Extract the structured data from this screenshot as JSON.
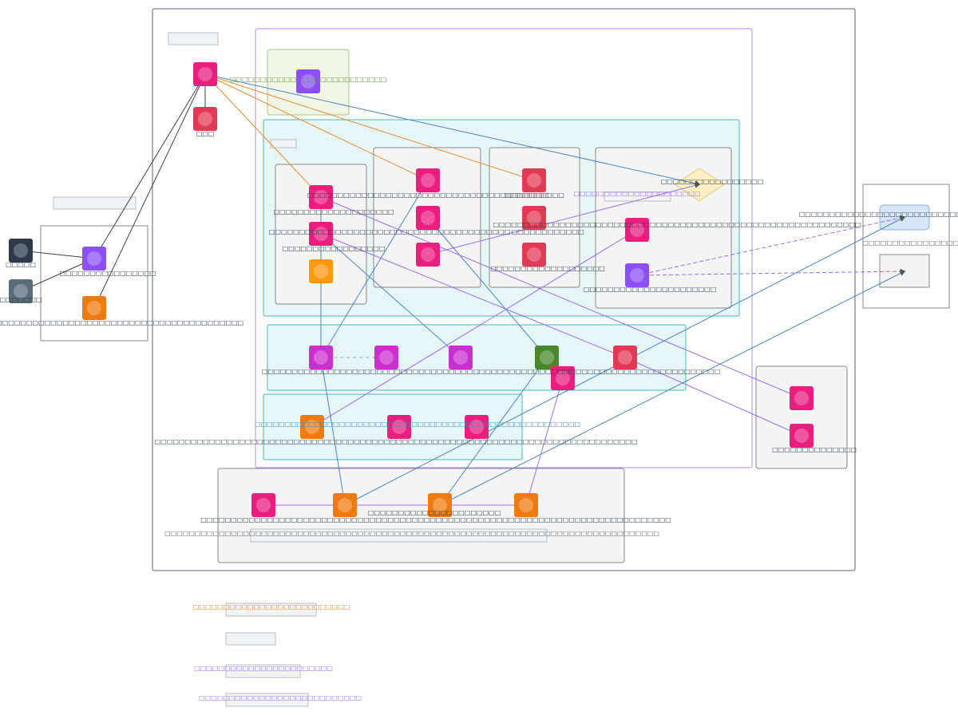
{
  "diagram": {
    "title_placeholder": "",
    "groups": [
      {
        "id": "main-frame",
        "label": ""
      },
      {
        "id": "purple-region",
        "label": ""
      },
      {
        "id": "green-group",
        "label": "□□□□□□□□□□□□□□□□□□□□□□□□□□"
      },
      {
        "id": "teal-upper",
        "label": ""
      },
      {
        "id": "subgroup-a",
        "label": ""
      },
      {
        "id": "subgroup-b",
        "label": ""
      },
      {
        "id": "subgroup-c",
        "label": ""
      },
      {
        "id": "subgroup-d",
        "label": ""
      },
      {
        "id": "teal-middle",
        "label": ""
      },
      {
        "id": "teal-lower",
        "label": ""
      },
      {
        "id": "gray-bottom",
        "label": "□□□□□□□□□□□□□□□□□□□□□□□□□□□□□□□□□□□□□□□□□□□□□□□□□□□□□□□□□□□□□□□□□□□□□□□□□□□□□□□□□□"
      },
      {
        "id": "left-group",
        "label": ""
      },
      {
        "id": "right-small",
        "label": ""
      },
      {
        "id": "far-right",
        "label": "□□□□□□□□□□□□□□□□□□□"
      }
    ],
    "nodes": [
      {
        "id": "n-top-pink",
        "label": "",
        "color": "#e91e7f"
      },
      {
        "id": "n-top-red",
        "label": "□□□",
        "color": "#e03a55"
      },
      {
        "id": "n-green-purple",
        "label": "",
        "color": "#8b50f5"
      },
      {
        "id": "n-a1",
        "label": "□□□□□□□□□□□□□□□□□□□□",
        "color": "#e91e7f"
      },
      {
        "id": "n-a2",
        "label": "□□□□□□□□□□□□□□□□□",
        "color": "#e91e7f"
      },
      {
        "id": "n-a2-side",
        "label": "□□□□□□□□□□□□□□□□□□□□□□□□□□□□□□□□□□□□□□□□",
        "color": ""
      },
      {
        "id": "n-a3",
        "label": "",
        "color": "#fb9a10"
      },
      {
        "id": "n-b1",
        "label": "□□□□□□□□□□□□□□□□□□□□□□□□□□□□□□□□□□□□□□□□",
        "color": "#e91e7f"
      },
      {
        "id": "n-b2",
        "label": "",
        "color": "#e91e7f"
      },
      {
        "id": "n-b3",
        "label": "",
        "color": "#e91e7f"
      },
      {
        "id": "n-c1",
        "label": "□□□□□□□□□□",
        "color": "#e03a55"
      },
      {
        "id": "n-c2",
        "label": "□□□□□□□□□□□□",
        "color": "#e03a55"
      },
      {
        "id": "n-c3",
        "label": "□□□□□□□□□□□□□□□□□□□",
        "color": "#e03a55"
      },
      {
        "id": "n-d-diamond",
        "label": "□□□□□□□□□□□□□□□□□",
        "color": "#fdefc4"
      },
      {
        "id": "n-d-tag",
        "label": "□□□□□□□□□□□□□□□□□□□□□",
        "color": ""
      },
      {
        "id": "n-d1",
        "label": "□□□□□□□□□□□□□□□□□□□□□□□□□□□□□□□□□□□□□□□□□□□□□□□□□□□□□□□□□□□□□",
        "color": "#e91e7f"
      },
      {
        "id": "n-d2",
        "label": "□□□□□□□□□□□□□□□□□□□□□□",
        "color": "#8b50f5"
      },
      {
        "id": "n-m1",
        "label": "",
        "color": "#cc2fd0"
      },
      {
        "id": "n-m2",
        "label": "",
        "color": "#cc2fd0"
      },
      {
        "id": "n-m3",
        "label": "",
        "color": "#cc2fd0"
      },
      {
        "id": "n-m4",
        "label": "",
        "color": "#47882b"
      },
      {
        "id": "n-m5",
        "label": "",
        "color": "#e03a55"
      },
      {
        "id": "n-m6",
        "label": "",
        "color": "#e91e7f"
      },
      {
        "id": "m-row-label",
        "label": "□□□□□□□□□□□□□□□□□□□□□□□□□□□□□□□□□□□□□□□□□□□□□□□□□□□□□□□□□□□□□□□□□□□□□□□□□□□□",
        "color": ""
      },
      {
        "id": "n-l1",
        "label": "",
        "color": "#ef7b10"
      },
      {
        "id": "n-l2",
        "label": "",
        "color": "#e91e7f"
      },
      {
        "id": "n-l3",
        "label": "",
        "color": "#e91e7f"
      },
      {
        "id": "l-edge-label",
        "label": "□□□□□□□□□□□□□□□□□□□□□□□□□□□□□□□□□□□□□□□□□□□□□□□□□□□□□□",
        "color": ""
      },
      {
        "id": "l-row-label",
        "label": "□□□□□□□□□□□□□□□□□□□□□□□□□□□□□□□□□□□□□□□□□□□□□□□□□□□□□□□□□□□□□□□□□□□□□□□□□□□□□□□□",
        "color": ""
      },
      {
        "id": "n-g1",
        "label": "",
        "color": "#e91e7f"
      },
      {
        "id": "n-g2",
        "label": "",
        "color": "#ef7b10"
      },
      {
        "id": "n-g3",
        "label": "□□□□□□□□□□□□□□□□□□□□□□",
        "color": "#ef7b10"
      },
      {
        "id": "n-g4",
        "label": "",
        "color": "#ef7b10"
      },
      {
        "id": "g-row-label",
        "label": "□□□□□□□□□□□□□□□□□□□□□□□□□□□□□□□□□□□□□□□□□□□□□□□□□□□□□□□□□□□□□□□□□□□□□□□□□□□□□□",
        "color": ""
      },
      {
        "id": "n-left-dark",
        "label": "□□□□□",
        "color": "#2d3a4a"
      },
      {
        "id": "n-left-slate",
        "label": "□□□□□□□",
        "color": "#5a6b7a"
      },
      {
        "id": "n-left-purple",
        "label": "□□□□□□□□□□□□□□□□",
        "color": "#8b50f5"
      },
      {
        "id": "n-left-orange",
        "label": "□□□□□□□□□□□□□□□□□□□□□□□□□□□□□□□□□□□□□□□□□□□□□",
        "color": "#ef7b10"
      },
      {
        "id": "n-r1",
        "label": "",
        "color": "#e91e7f"
      },
      {
        "id": "n-r2",
        "label": "□□□□□□□□□□□□□□",
        "color": "#e91e7f"
      },
      {
        "id": "n-far-blue",
        "label": "□□□□□□□□□□□□□□□□□□□□□□□□□□□□□□□□□□□",
        "color": "#d6e6f8"
      },
      {
        "id": "n-far-gray",
        "label": "",
        "color": "#f3f3f3"
      }
    ],
    "legend": [
      {
        "label": "□□□□□□□□□□□□□□□□□□□□□□□□□□",
        "color": "#e8892b"
      },
      {
        "label": "",
        "color": "#999"
      },
      {
        "label": "□□□□□□□□□□□□□□□□□□□□□□□",
        "color": "#9b6bf0"
      },
      {
        "label": "□□□□□□□□□□□□□□□□□□□□□□□□□□□",
        "color": "#9b6bf0"
      }
    ],
    "colors": {
      "edge_orange": "#e8892b",
      "edge_blue": "#4a86c0",
      "edge_purple": "#9b6bf0",
      "edge_dark": "#3a4350",
      "group_teal_fill": "#e6f5f5",
      "group_teal_stroke": "#3fbcbc",
      "group_green_fill": "#f0f5e6",
      "group_green_stroke": "#a8c878",
      "group_purple_stroke": "#b08af5",
      "group_gray_fill": "#f4f4f4",
      "group_gray_stroke": "#888"
    }
  }
}
